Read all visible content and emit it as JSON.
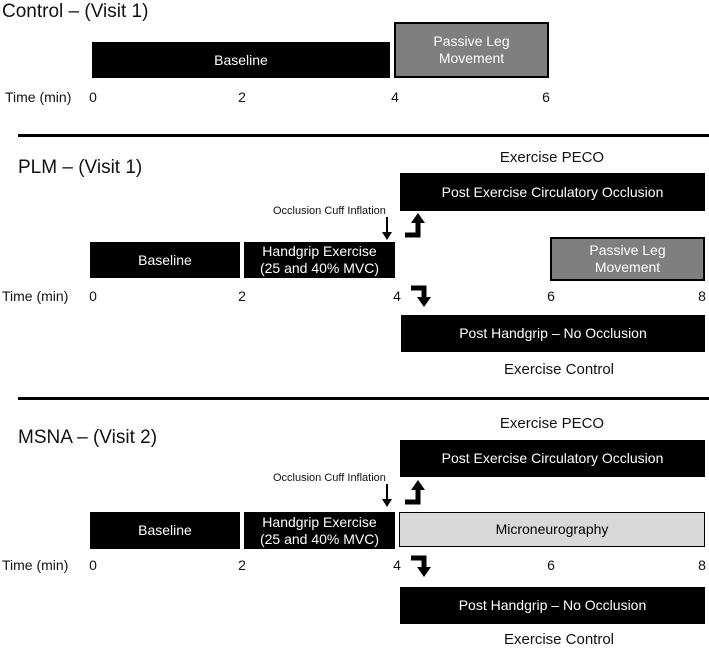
{
  "sections": {
    "control": {
      "title": "Control – (Visit 1)",
      "baseline": "Baseline",
      "plm": "Passive Leg\nMovement",
      "time_label": "Time (min)",
      "ticks": [
        "0",
        "2",
        "4",
        "6"
      ]
    },
    "plm": {
      "title": "PLM – (Visit 1)",
      "exercise_peco": "Exercise PECO",
      "peco_box": "Post Exercise Circulatory Occlusion",
      "cuff": "Occlusion Cuff Inflation",
      "baseline": "Baseline",
      "handgrip": "Handgrip Exercise\n(25 and 40% MVC)",
      "plm": "Passive Leg\nMovement",
      "time_label": "Time (min)",
      "ticks": [
        "0",
        "2",
        "4",
        "6",
        "8"
      ],
      "no_occlusion_box": "Post Handgrip – No Occlusion",
      "exercise_control": "Exercise Control"
    },
    "msna": {
      "title": "MSNA – (Visit 2)",
      "exercise_peco": "Exercise PECO",
      "peco_box": "Post Exercise Circulatory Occlusion",
      "cuff": "Occlusion Cuff Inflation",
      "baseline": "Baseline",
      "handgrip": "Handgrip Exercise\n(25 and 40% MVC)",
      "microneurography": "Microneurography",
      "time_label": "Time (min)",
      "ticks": [
        "0",
        "2",
        "4",
        "6",
        "8"
      ],
      "no_occlusion_box": "Post Handgrip – No Occlusion",
      "exercise_control": "Exercise Control"
    }
  },
  "colors": {
    "black": "#000000",
    "gray": "#7f7f7f",
    "light_gray": "#d9d9d9"
  }
}
